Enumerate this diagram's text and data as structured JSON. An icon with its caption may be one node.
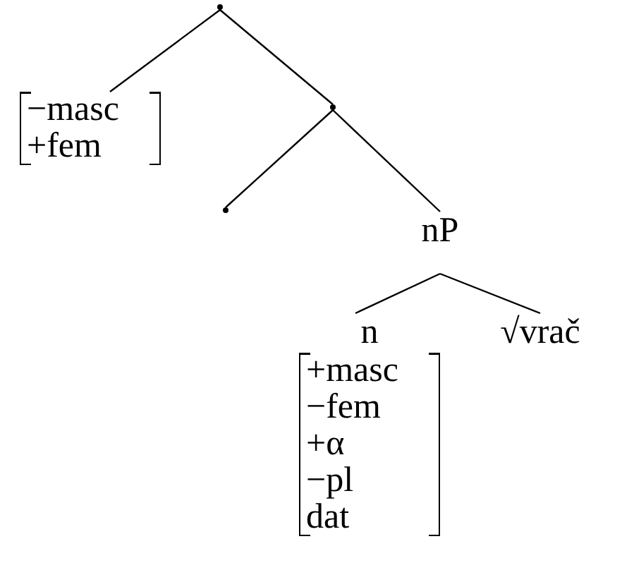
{
  "diagram": {
    "nodes": [
      {
        "text": [],
        "shape": "point"
      },
      {
        "text": [
          "−masc",
          "+fem"
        ]
      },
      {
        "text": [],
        "shape": "point"
      },
      {
        "text": [],
        "shape": "point"
      },
      {
        "text": [
          "nP"
        ]
      },
      {
        "text": [
          "n",
          "+masc",
          "−fem",
          "+α",
          "−pl",
          "dat"
        ]
      },
      {
        "text": [
          "√vrač"
        ]
      }
    ],
    "edges": [
      {
        "from": 0,
        "to": 1,
        "arrow": "none"
      },
      {
        "from": 0,
        "to": 2,
        "arrow": "none"
      },
      {
        "from": 2,
        "to": 3,
        "arrow": "none"
      },
      {
        "from": 2,
        "to": 4,
        "arrow": "none"
      },
      {
        "from": 4,
        "to": 5,
        "arrow": "none"
      },
      {
        "from": 4,
        "to": 6,
        "arrow": "none"
      }
    ]
  }
}
